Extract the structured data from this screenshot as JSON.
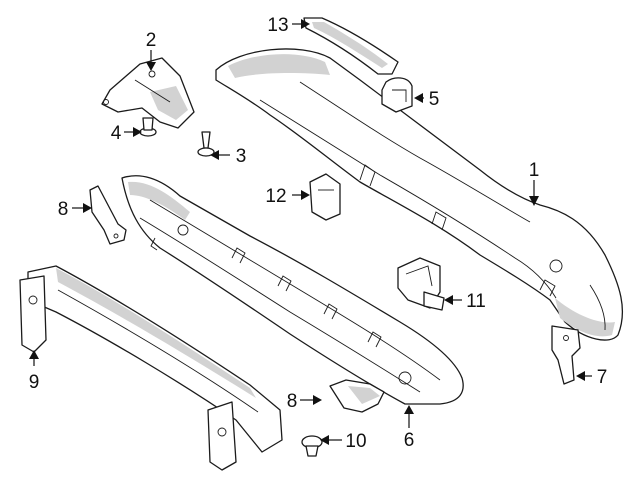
{
  "callouts": {
    "c1": "1",
    "c2": "2",
    "c3": "3",
    "c4": "4",
    "c5": "5",
    "c6": "6",
    "c7": "7",
    "c8a": "8",
    "c8b": "8",
    "c9": "9",
    "c10": "10",
    "c11": "11",
    "c12": "12",
    "c13": "13"
  },
  "colors": {
    "line": "#1b1b1b",
    "shade": "#d2d2d2",
    "background": "#ffffff"
  }
}
